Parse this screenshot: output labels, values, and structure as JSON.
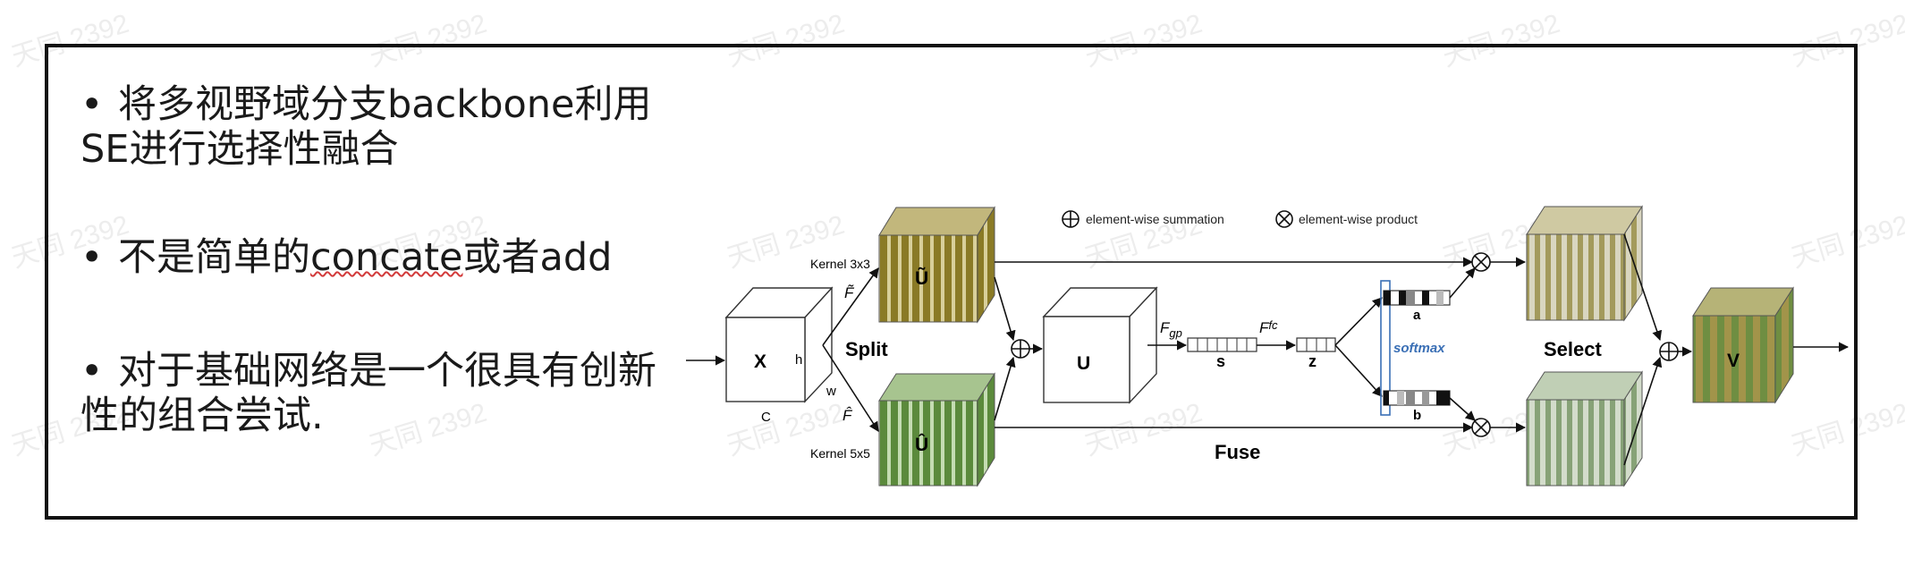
{
  "watermark": "天同 2392",
  "bullets": [
    {
      "dot": "•",
      "line1": "将多视野域分支backbone利用",
      "line2": "SE进行选择性融合"
    },
    {
      "dot": "•",
      "pre": "不是简单的",
      "wavy": "concate",
      "post": "或者add"
    },
    {
      "dot": "•",
      "line1": "对于基础网络是一个很具有创新",
      "line2": "性的组合尝试."
    }
  ],
  "diagram": {
    "legend_sum": "element-wise summation",
    "legend_product": "element-wise product",
    "input_label": "X",
    "dim_h": "h",
    "dim_w": "w",
    "dim_c": "C",
    "split_label": "Split",
    "kernel_top": "Kernel 3x3",
    "kernel_bottom": "Kernel 5x5",
    "f_tilde": "F̃",
    "f_hat": "F̂",
    "u_tilde": "Ũ",
    "u_hat": "Û",
    "u_label": "U",
    "f_gp": "F",
    "f_gp_sub": "gp",
    "f_fc": "F",
    "f_fc_sub": "fc",
    "s_label": "s",
    "z_label": "z",
    "softmax_label": "softmax",
    "a_label": "a",
    "b_label": "b",
    "fuse_label": "Fuse",
    "select_label": "Select",
    "v_label": "V",
    "colors": {
      "olive": "#8a7a26",
      "green": "#5b8a3c",
      "softmax": "#3a6fb5"
    }
  }
}
